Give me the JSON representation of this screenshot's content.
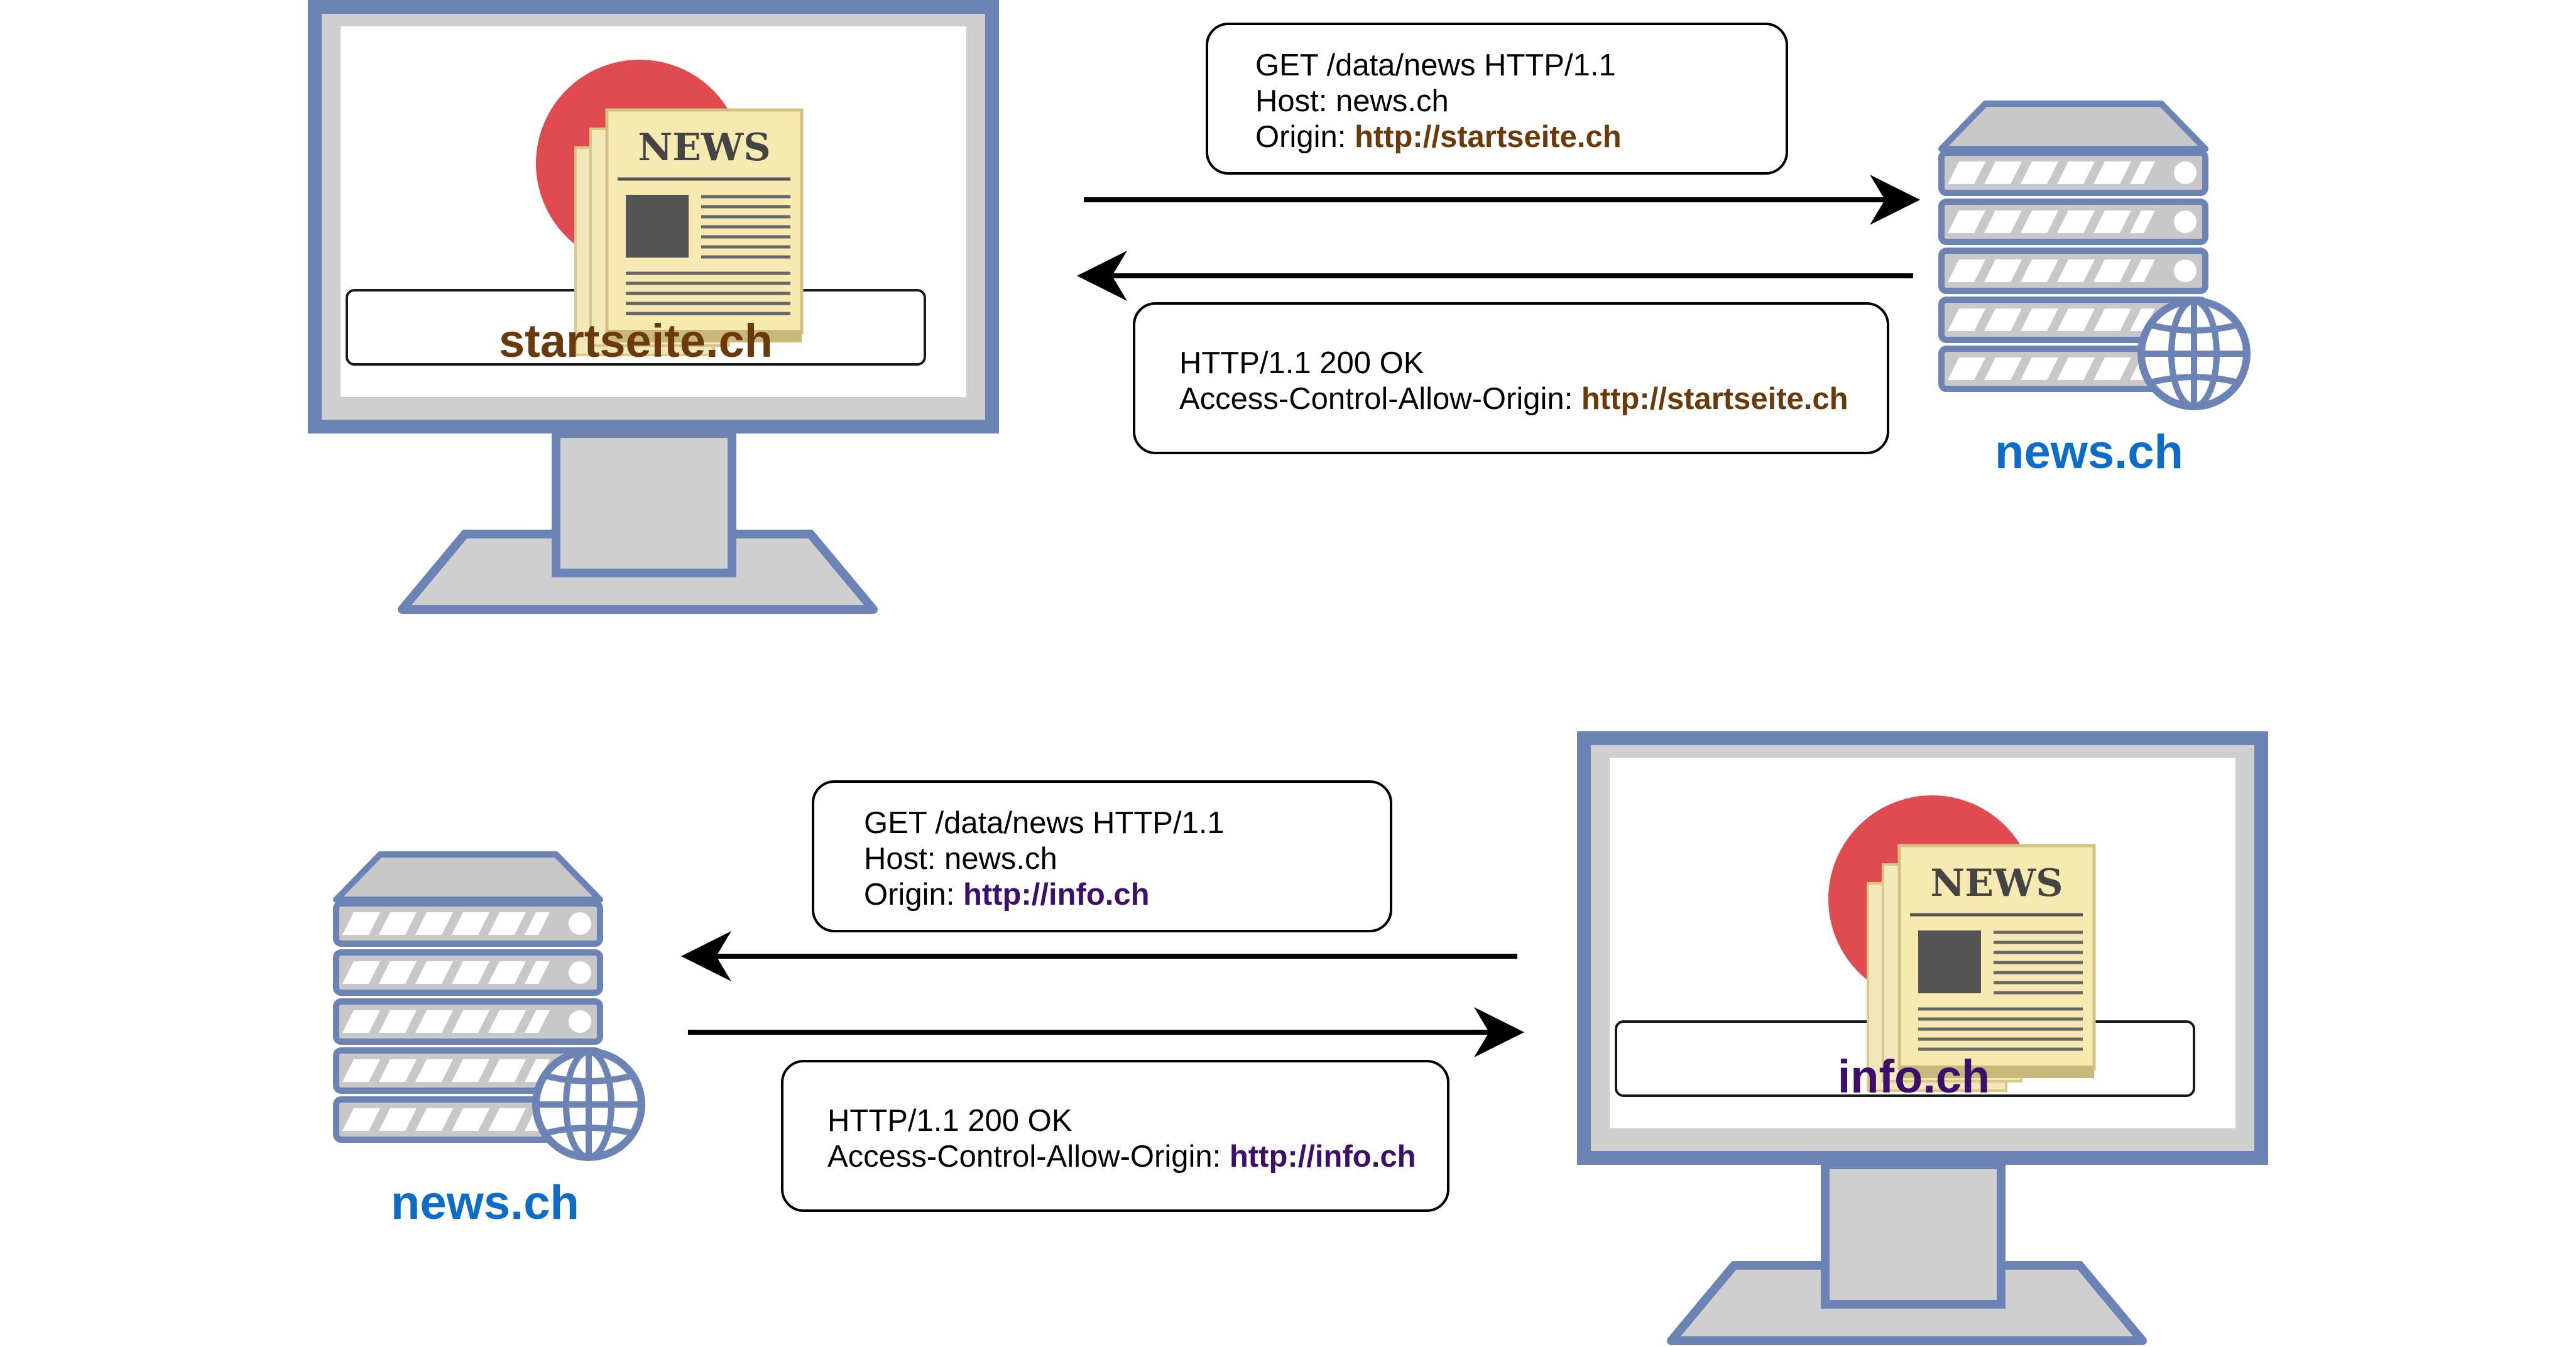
{
  "top": {
    "client": {
      "site": "startseite.ch",
      "newspaper_text": "NEWS"
    },
    "server": {
      "label": "news.ch"
    },
    "request": {
      "line1": "GET /data/news HTTP/1.1",
      "line2": "Host: news.ch",
      "origin_prefix": "Origin: ",
      "origin_value": "http://startseite.ch"
    },
    "response": {
      "line1": "HTTP/1.1 200 OK",
      "acao_prefix": "Access-Control-Allow-Origin: ",
      "acao_value": "http://startseite.ch"
    }
  },
  "bottom": {
    "client": {
      "site": "info.ch",
      "newspaper_text": "NEWS"
    },
    "server": {
      "label": "news.ch"
    },
    "request": {
      "line1": "GET /data/news HTTP/1.1",
      "line2": "Host: news.ch",
      "origin_prefix": "Origin: ",
      "origin_value": "http://info.ch"
    },
    "response": {
      "line1": "HTTP/1.1 200 OK",
      "acao_prefix": "Access-Control-Allow-Origin: ",
      "acao_value": "http://info.ch"
    }
  },
  "colors": {
    "monitor_frame": "#6c83b5",
    "monitor_fill": "#cfcfcf",
    "startseite_origin": "#6b3a0a",
    "info_origin": "#3b0f6b",
    "server_label": "#0b6cc9",
    "server_body": "#c8c8c8",
    "arrow": "#000000",
    "news_circle": "#e04b50",
    "newspaper": "#f7eab0"
  }
}
